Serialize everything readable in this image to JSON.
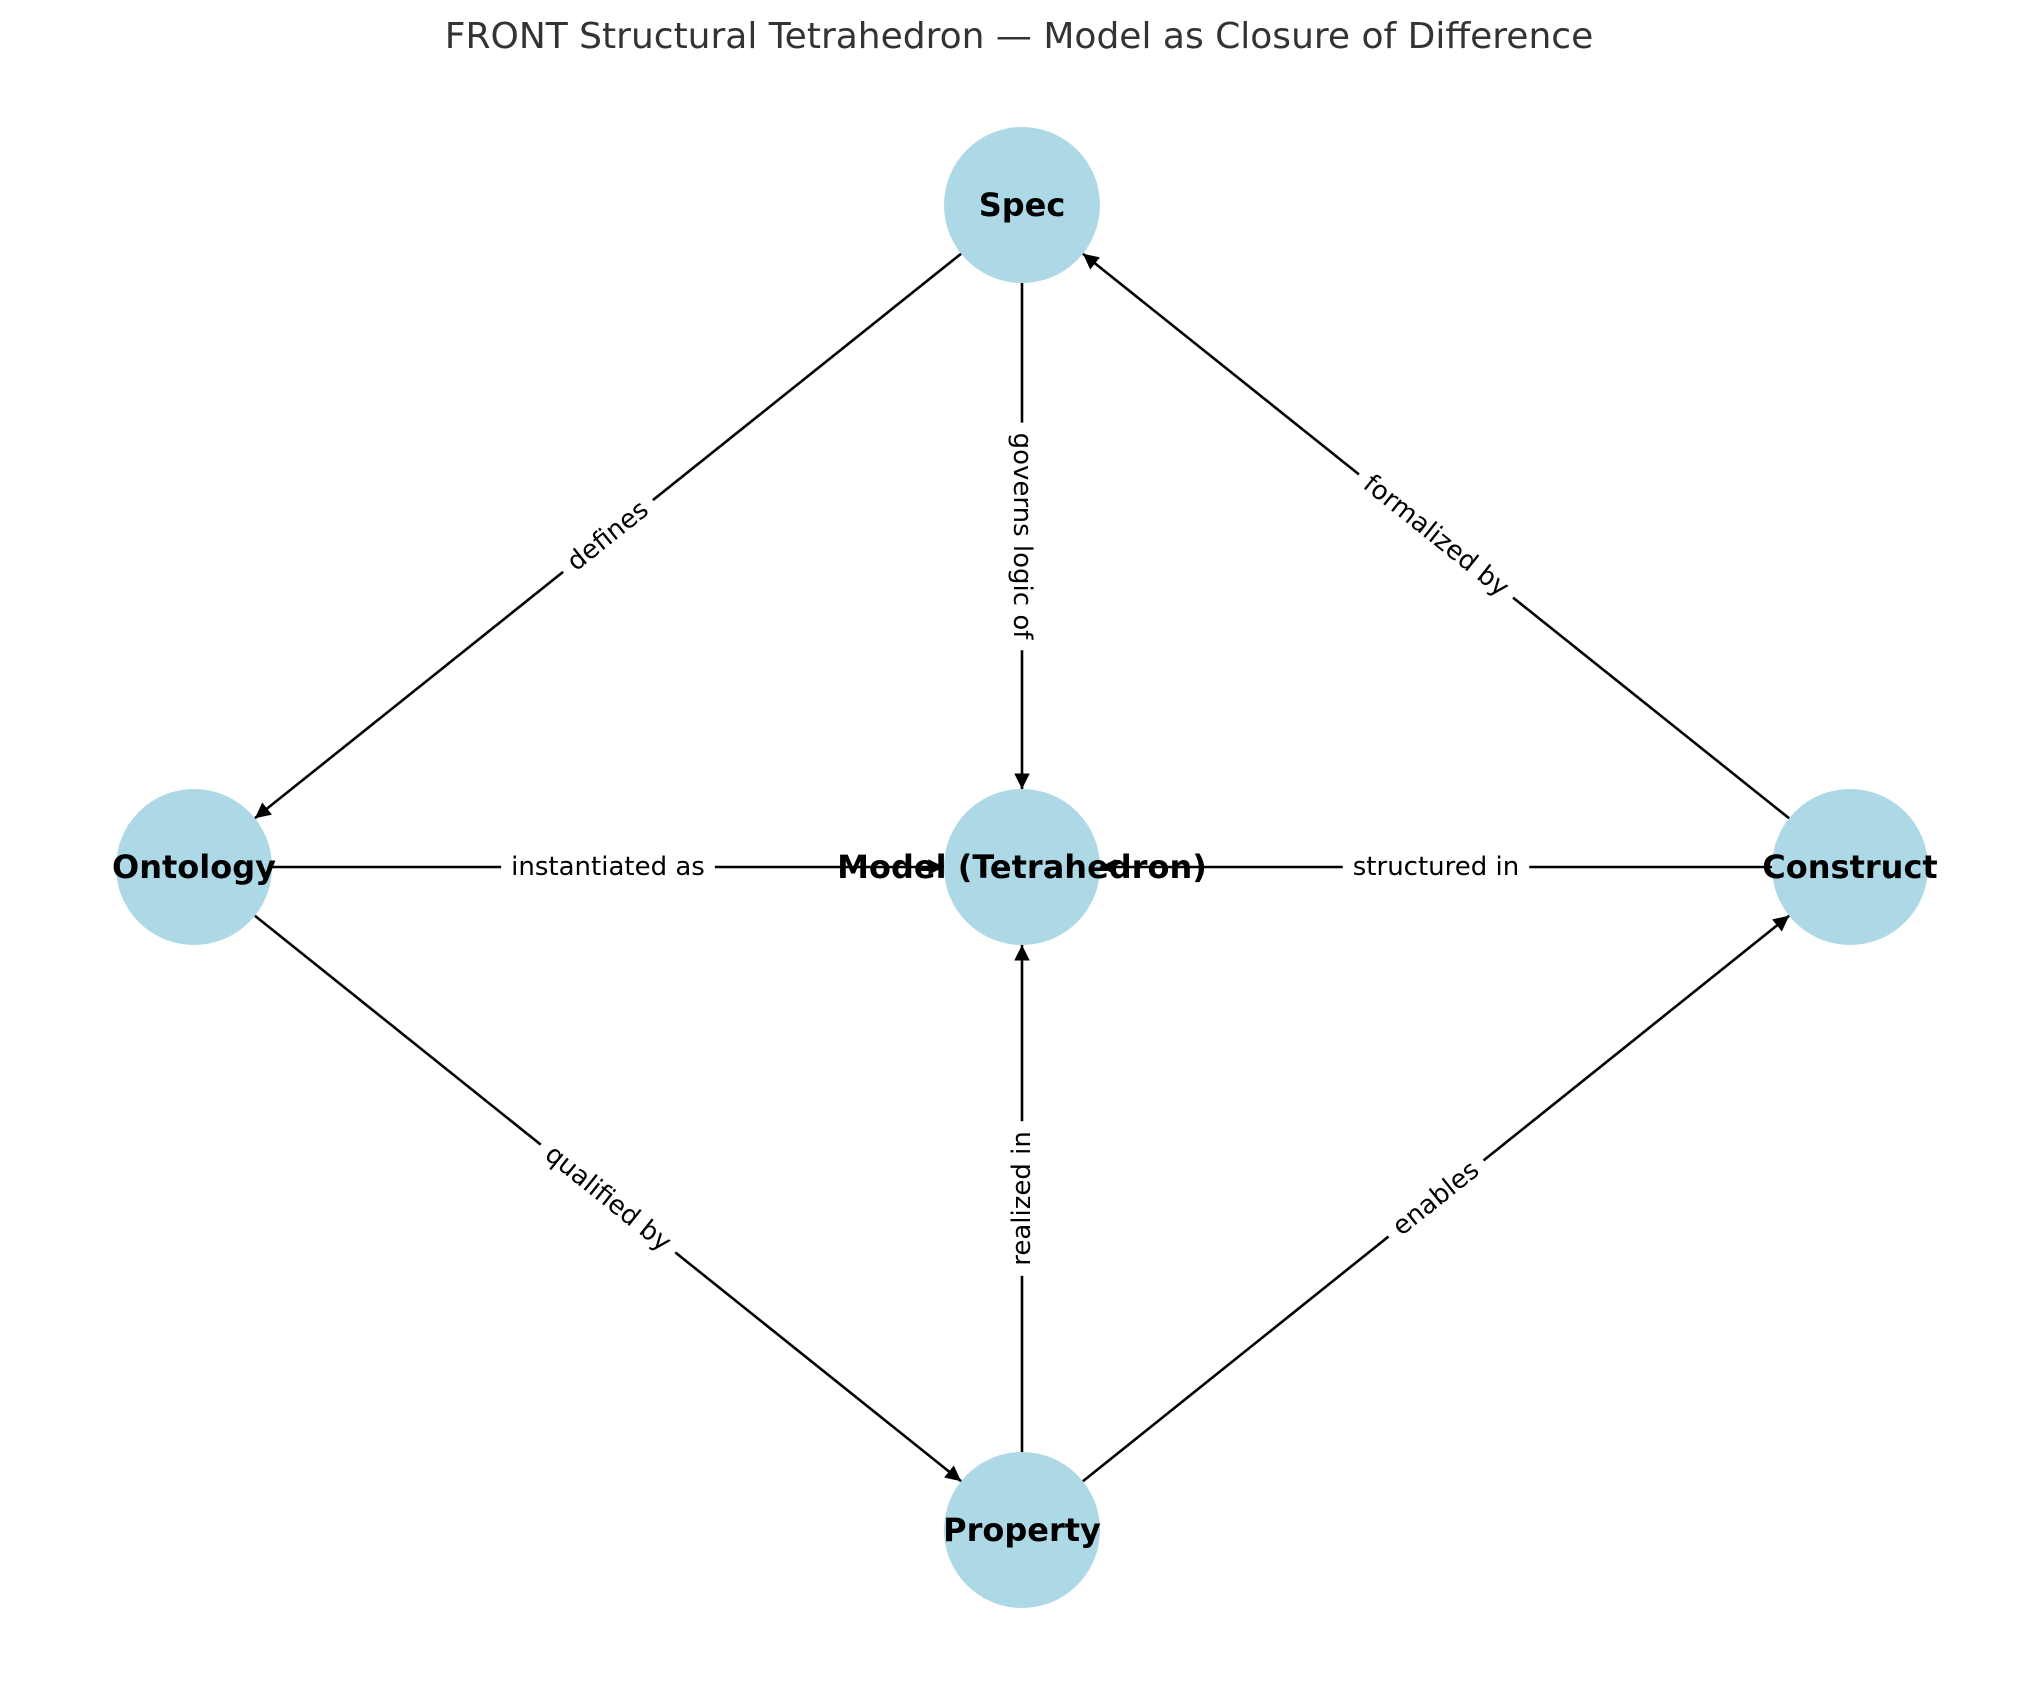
{
  "title": "FRONT Structural Tetrahedron — Model as Closure of Difference",
  "colors": {
    "node_fill": "#add8e6",
    "edge": "#000000",
    "title": "#333333"
  },
  "nodes": [
    {
      "id": "spec",
      "label": "Spec"
    },
    {
      "id": "ontology",
      "label": "Ontology"
    },
    {
      "id": "model",
      "label": "Model (Tetrahedron)"
    },
    {
      "id": "construct",
      "label": "Construct"
    },
    {
      "id": "property",
      "label": "Property"
    }
  ],
  "edges": [
    {
      "from": "spec",
      "to": "ontology",
      "label": "defines"
    },
    {
      "from": "spec",
      "to": "model",
      "label": "governs logic of"
    },
    {
      "from": "construct",
      "to": "spec",
      "label": "formalized by"
    },
    {
      "from": "ontology",
      "to": "model",
      "label": "instantiated as"
    },
    {
      "from": "construct",
      "to": "model",
      "label": "structured in"
    },
    {
      "from": "ontology",
      "to": "property",
      "label": "qualified by"
    },
    {
      "from": "property",
      "to": "model",
      "label": "realized in"
    },
    {
      "from": "property",
      "to": "construct",
      "label": "enables"
    }
  ]
}
